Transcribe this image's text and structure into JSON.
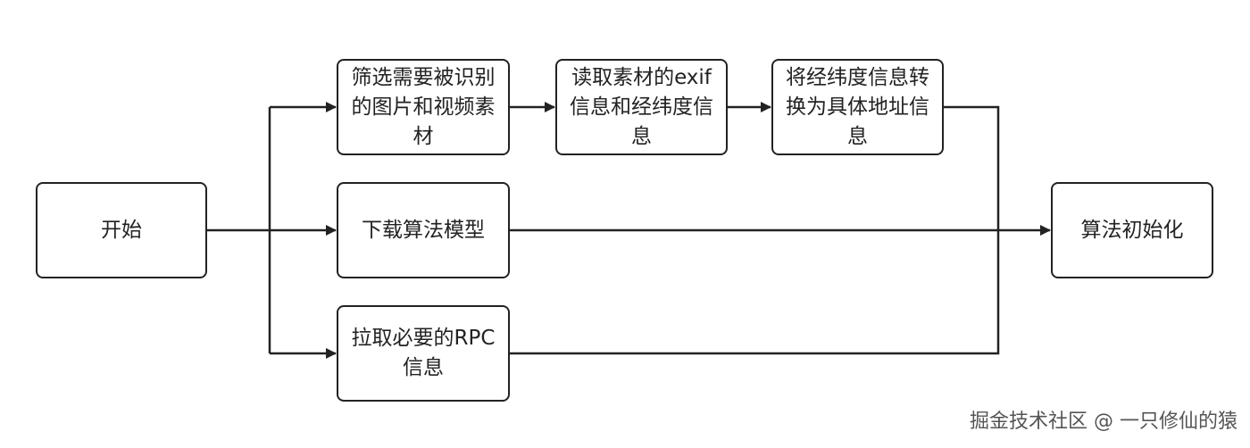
{
  "diagram": {
    "nodes": {
      "start": "开始",
      "filter": "筛选需要被识别的图片和视频素材",
      "read_exif": "读取素材的exif信息和经纬度信息",
      "geocode": "将经纬度信息转换为具体地址信息",
      "download_model": "下载算法模型",
      "fetch_rpc": "拉取必要的RPC信息",
      "init_algo": "算法初始化"
    },
    "line_color": "#222222",
    "box_border_color": "#222222"
  },
  "watermark": "掘金技术社区 @ 一只修仙的猿"
}
